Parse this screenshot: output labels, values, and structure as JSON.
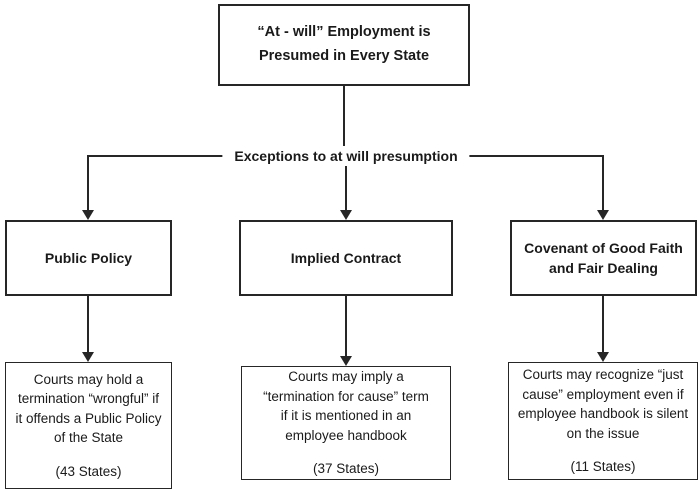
{
  "diagram": {
    "root_label": "“At - will” Employment is Presumed in Every State",
    "exceptions_label": "Exceptions to at will presumption",
    "branches": [
      {
        "title": "Public Policy",
        "description": "Courts may hold a termination “wrongful” if it offends a Public Policy of the State",
        "states": "(43 States)"
      },
      {
        "title": "Implied Contract",
        "description": "Courts may imply a “termination for cause” term if it is mentioned in an employee handbook",
        "states": "(37 States)"
      },
      {
        "title": "Covenant of Good Faith and Fair Dealing",
        "description": "Courts may recognize “just cause” employment even if employee handbook is silent on the issue",
        "states": "(11 States)"
      }
    ],
    "colors": {
      "line": "#262626",
      "background": "#ffffff"
    }
  }
}
